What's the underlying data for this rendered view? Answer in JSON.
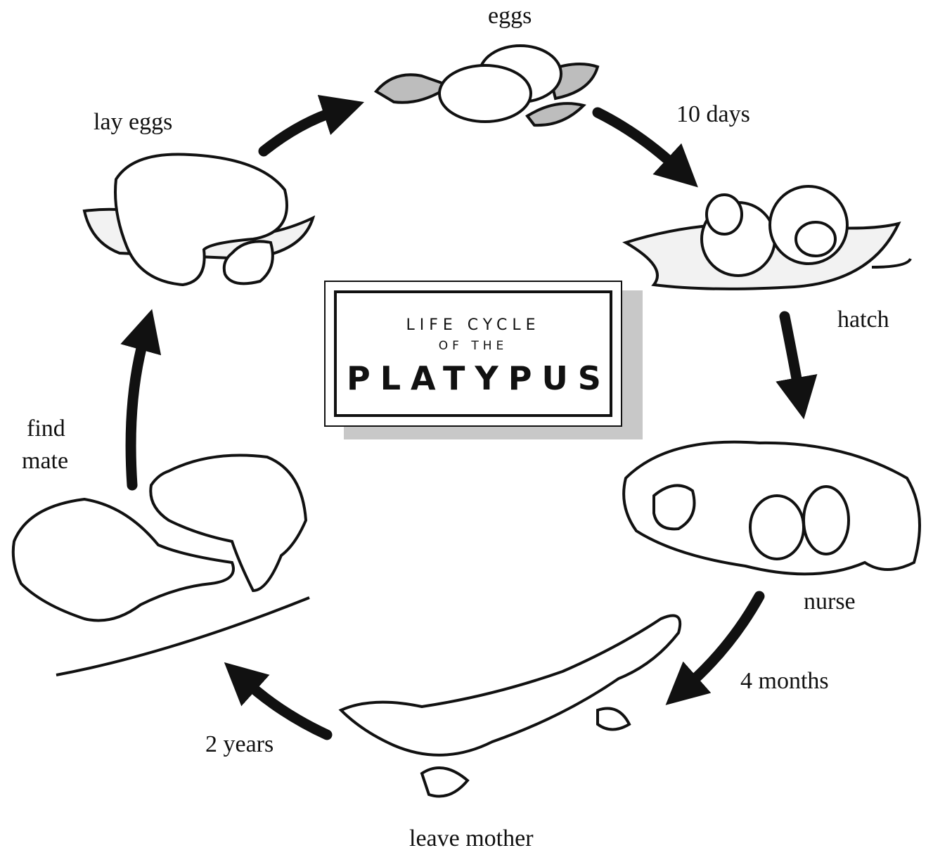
{
  "title": {
    "line1": "LIFE CYCLE",
    "line2": "OF THE",
    "line3": "PLATYPUS"
  },
  "stages": {
    "eggs": "eggs",
    "hatch": "hatch",
    "nurse": "nurse",
    "leave_mother": "leave mother",
    "find_mate_line1": "find",
    "find_mate_line2": "mate",
    "lay_eggs": "lay eggs"
  },
  "durations": {
    "eggs_to_hatch": "10 days",
    "nurse_to_leave": "4 months",
    "leave_to_mate": "2 years"
  }
}
